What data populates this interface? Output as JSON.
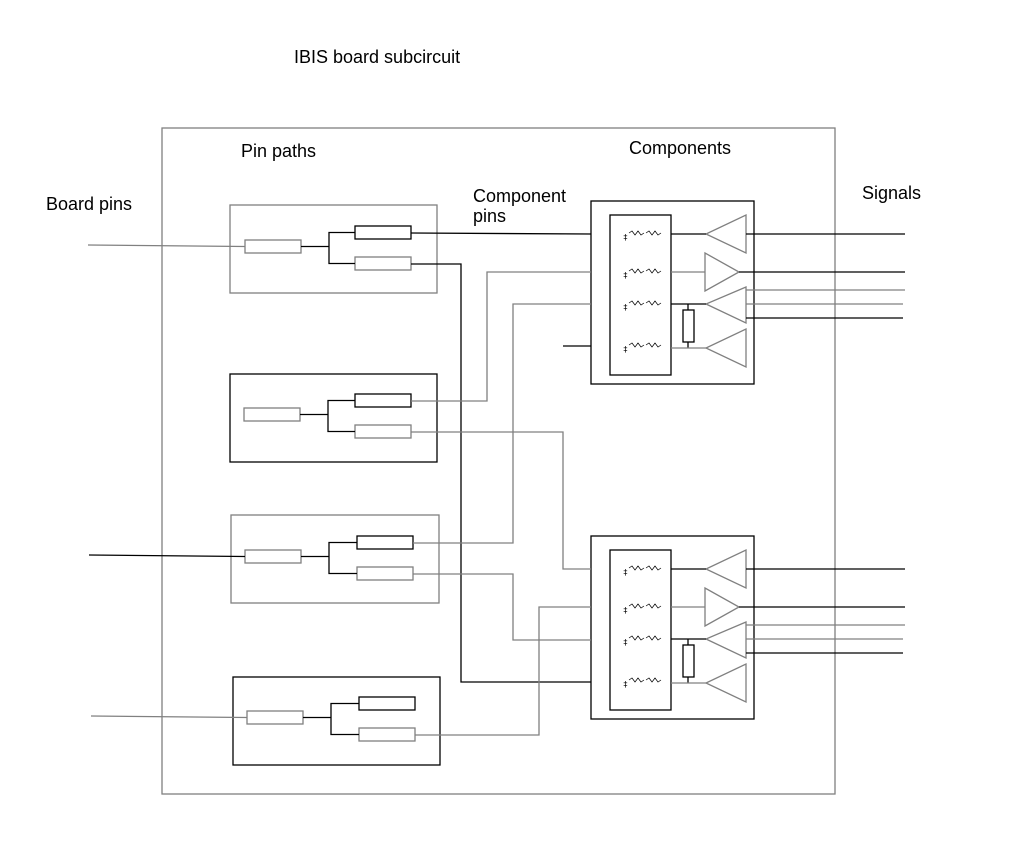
{
  "diagram": {
    "title": "IBIS board subcircuit",
    "labels": {
      "pin_paths": "Pin paths",
      "components": "Components",
      "board_pins": "Board pins",
      "component_pins": "Component\npins",
      "signals": "Signals"
    },
    "colors": {
      "line_dark": "#000000",
      "line_gray": "#808080",
      "background": "#ffffff"
    },
    "pin_path_blocks": [
      {
        "id": "pin-path-1",
        "has_board_pin": true,
        "outputs": 2
      },
      {
        "id": "pin-path-2",
        "has_board_pin": false,
        "outputs": 2
      },
      {
        "id": "pin-path-3",
        "has_board_pin": true,
        "outputs": 2
      },
      {
        "id": "pin-path-4",
        "has_board_pin": true,
        "outputs": 2
      }
    ],
    "components": [
      {
        "id": "component-1",
        "buffers": [
          "input",
          "output",
          "bidirectional",
          "input"
        ],
        "signal_count": 5
      },
      {
        "id": "component-2",
        "buffers": [
          "input",
          "output",
          "bidirectional",
          "input"
        ],
        "signal_count": 5
      }
    ]
  }
}
